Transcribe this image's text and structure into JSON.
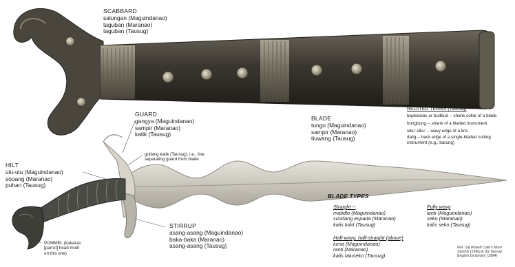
{
  "scabbard": {
    "title": "SCABBARD",
    "lines": [
      "salungan (Maguindanao)",
      "taguban (Maranao)",
      "taguban (Tausug)"
    ]
  },
  "guard": {
    "title": "GUARD",
    "lines": [
      "gangya (Maguindanao)",
      "sampir (Maranao)",
      "katik (Tausug)"
    ]
  },
  "gutlang": {
    "lines": [
      "gutlang katik (Tausug), i.e., line",
      "separating guard from blade"
    ]
  },
  "hilt": {
    "title": "HILT",
    "lines": [
      "ulu-ulu (Maguindanao)",
      "sooang (Maranao)",
      "puhan (Tausug)"
    ]
  },
  "pommel": {
    "lines": [
      "POMMEL (kakatua",
      "[parrot] head motif",
      "on this one)"
    ]
  },
  "stirrup": {
    "title": "STIRRUP",
    "lines": [
      "asang-asang (Maguindanao)",
      "baka-baka (Maranao)",
      "asang-asang (Tausug)"
    ]
  },
  "blade": {
    "title": "BLADE",
    "lines": [
      "tungo (Maguindanao)",
      "sampir (Maranao)",
      "tiuwang (Tausug)"
    ]
  },
  "related": {
    "title": "RELATED TERMS (Tausug)",
    "lines": [
      "baykaskas or budbud -- shank collar of a blade",
      "bungbung -- shank of a bladed instrument",
      "siku'-siku' -- wavy edge of a kris",
      "dalig -- back edge of a single-bladed cutting",
      "instrument (e.g., barung)"
    ]
  },
  "blade_types": {
    "title": "BLADE TYPES",
    "straight": {
      "heading": "Straight --",
      "lines": [
        "matidto (Maguindanao)",
        "sundang espada (Maranao)",
        "kalis tulid (Tausug)"
      ]
    },
    "half_wavy": {
      "heading": "Half-wavy, half-straight (above)",
      "lines": [
        "luma (Maguindanao)",
        "ranti (Maranao)",
        "kalis taluseko (Tausug)"
      ]
    },
    "fully_wavy": {
      "heading": "Fully wavy",
      "lines": [
        "lanti (Maguindanao)",
        "seko (Maranao)",
        "kalis seko (Tausug)"
      ]
    }
  },
  "reference": {
    "lines": [
      "Ref.: (a) Robert Cato's Moro",
      "Swords (1996) & (b) Tausug",
      "English Dictionary (1994)"
    ]
  },
  "colors": {
    "scabbard": "#3e3a33",
    "scabbard_band": "#8c8573",
    "blade": "#cfcbc3",
    "hilt": "#4a4a45",
    "text": "#1a1a1a"
  }
}
